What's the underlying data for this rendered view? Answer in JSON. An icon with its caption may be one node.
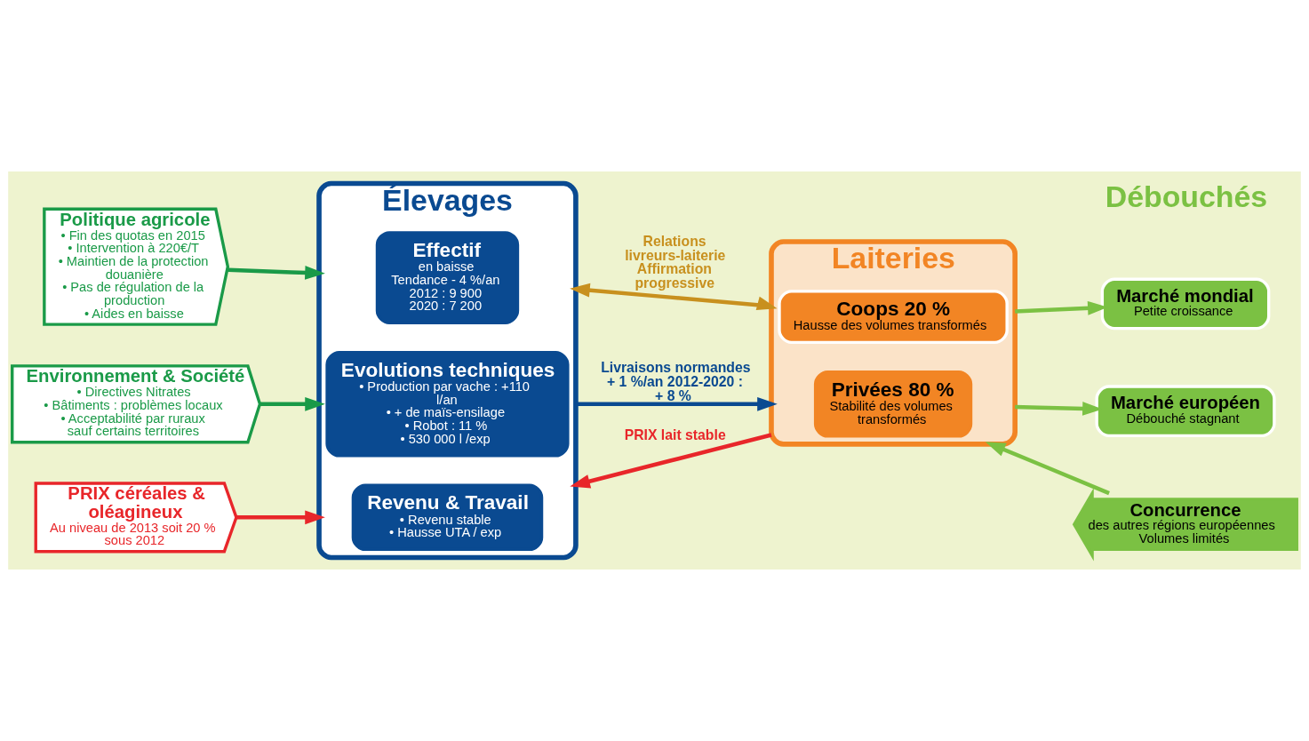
{
  "diagram": {
    "nodes": [
      {
        "text": [
          "Élevages"
        ]
      },
      {
        "text": [
          "Effectif",
          "en baisse",
          "Tendance - 4 %/an",
          "2012 : 9 900",
          "2020 : 7 200"
        ],
        "in": 0
      },
      {
        "text": [
          "Evolutions techniques",
          "• Production par vache : +110 l/an",
          "• + de maïs-ensilage",
          "• Robot : 11 %",
          "• 530 000 l /exp"
        ],
        "in": 0
      },
      {
        "text": [
          "Revenu & Travail",
          "• Revenu stable",
          "• Hausse UTA / exp"
        ],
        "in": 0
      },
      {
        "text": [
          "Laiteries"
        ]
      },
      {
        "text": [
          "Coops 20 %",
          "Hausse des volumes transformés"
        ],
        "in": 4
      },
      {
        "text": [
          "Privées 80 %",
          "Stabilité des volumes transformés"
        ],
        "in": 4
      },
      {
        "text": [
          "Politique agricole",
          "• Fin des quotas en 2015",
          "• Intervention à 220€/T",
          "• Maintien de la protection douanière",
          "• Pas de régulation de la production",
          "• Aides en baisse"
        ]
      },
      {
        "text": [
          "Environnement & Société",
          "• Directives Nitrates",
          "• Bâtiments : problèmes locaux",
          "• Acceptabilité par ruraux sauf certains territoires"
        ]
      },
      {
        "text": [
          "PRIX céréales & oléagineux",
          "Au niveau de 2013 soit 20 % sous 2012"
        ]
      },
      {
        "text": [
          "Marché mondial",
          "Petite croissance"
        ]
      },
      {
        "text": [
          "Marché européen",
          "Débouché stagnant"
        ]
      },
      {
        "text": [
          "Concurrence",
          "des autres régions européennes",
          "Volumes limités"
        ]
      }
    ],
    "edges": [
      {
        "from": 7,
        "to": 0,
        "arrow": "to",
        "color": "#1a9a48"
      },
      {
        "from": 8,
        "to": 0,
        "arrow": "to",
        "color": "#1a9a48"
      },
      {
        "from": 9,
        "to": 0,
        "arrow": "to",
        "color": "#e8262a"
      },
      {
        "from": 0,
        "to": 4,
        "arrow": "both",
        "label": "Relations livreurs-laiterie Affirmation progressive",
        "color": "#c8901e"
      },
      {
        "from": 0,
        "to": 4,
        "arrow": "to",
        "label": "Livraisons normandes + 1 %/an 2012-2020 : + 8 %",
        "color": "#0a4a91"
      },
      {
        "from": 4,
        "to": 10,
        "arrow": "to",
        "color": "#7bc143"
      },
      {
        "from": 4,
        "to": 11,
        "arrow": "to",
        "color": "#7bc143"
      },
      {
        "from": 12,
        "to": 4,
        "arrow": "to",
        "color": "#7bc143"
      },
      {
        "from": 4,
        "to": 0,
        "arrow": "to",
        "label": "PRIX lait stable",
        "color": "#e8262a"
      }
    ],
    "labels": [
      "Débouchés"
    ]
  }
}
